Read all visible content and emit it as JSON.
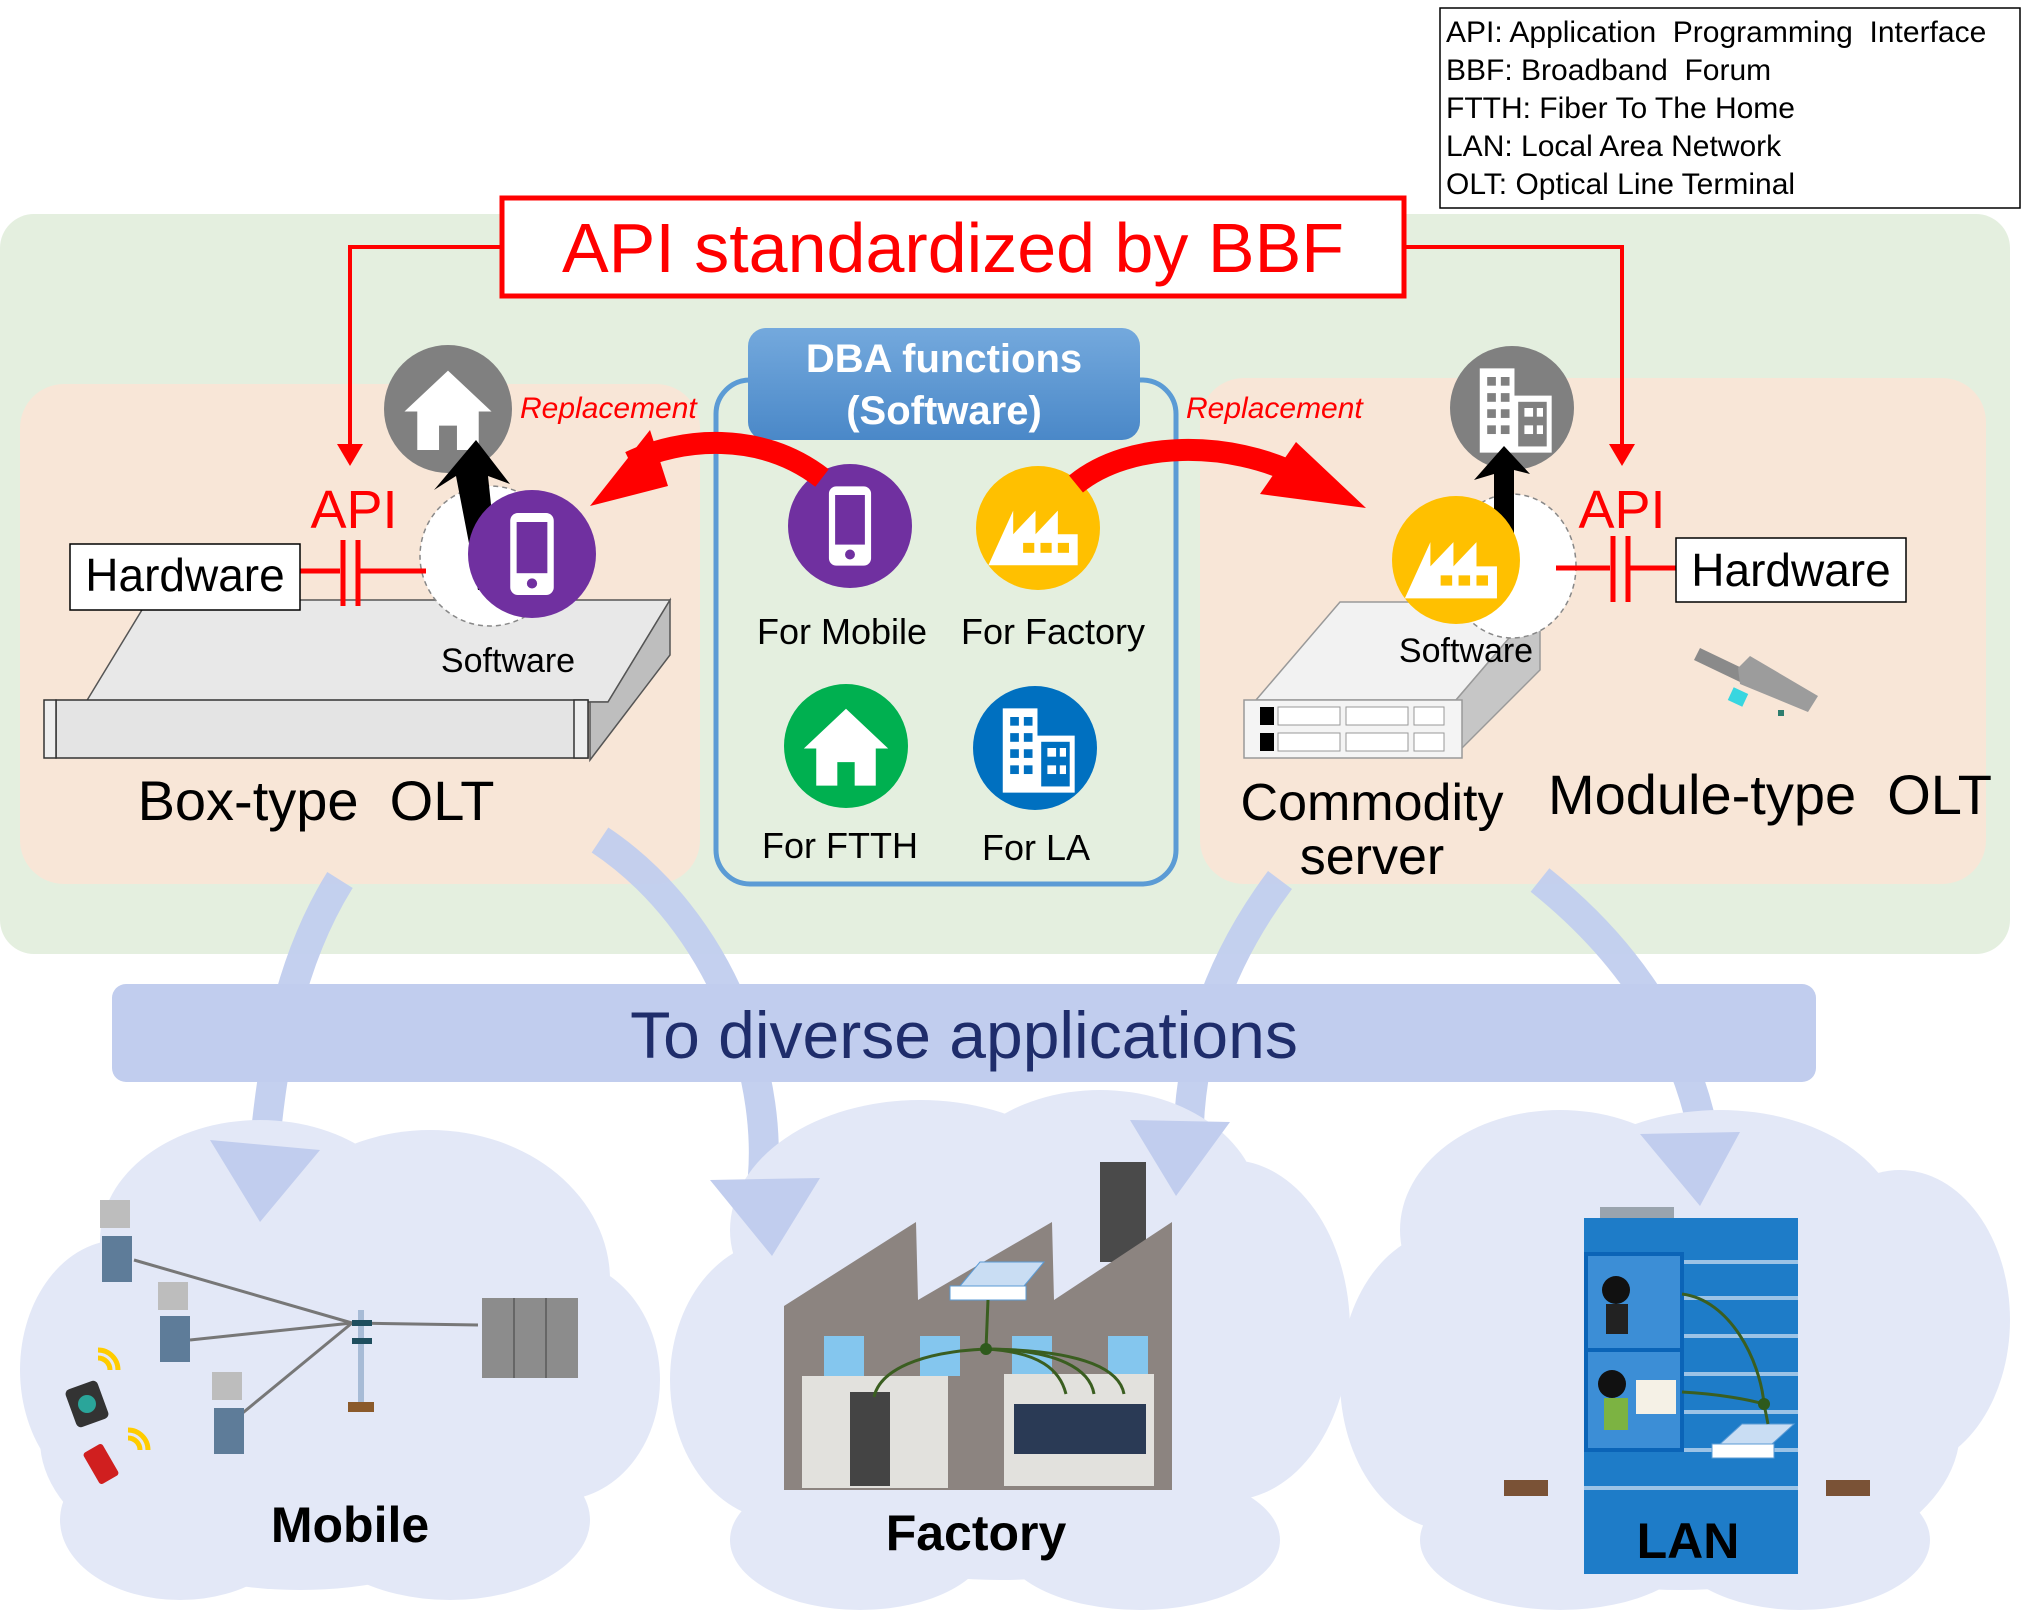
{
  "legend": {
    "items": [
      "API: Application  Programming  Interface",
      "BBF: Broadband  Forum",
      "FTTH: Fiber To The Home",
      "LAN: Local Area Network",
      "OLT: Optical Line Terminal"
    ]
  },
  "api_banner": "API standardized by BBF",
  "left_olt": {
    "api_label": "API",
    "hardware_label": "Hardware",
    "software_label": "Software",
    "replacement_label": "Replacement",
    "title": "Box-type  OLT",
    "replaced_icon": "home-icon",
    "active_icon": "smartphone-icon"
  },
  "right_olt": {
    "api_label": "API",
    "hardware_label": "Hardware",
    "software_label": "Software",
    "replacement_label": "Replacement",
    "server_title_line1": "Commodity",
    "server_title_line2": "server",
    "title": "Module-type  OLT",
    "replaced_icon": "building-icon",
    "active_icon": "factory-icon"
  },
  "dba": {
    "title_line1": "DBA functions",
    "title_line2": "(Software)",
    "functions": [
      {
        "label": "For Mobile",
        "icon": "smartphone-icon",
        "color": "#7030A0"
      },
      {
        "label": "For Factory",
        "icon": "factory-icon",
        "color": "#FFC000"
      },
      {
        "label": "For FTTH",
        "icon": "home-icon",
        "color": "#00B050"
      },
      {
        "label": "For LA",
        "icon": "building-icon",
        "color": "#0070C0"
      }
    ]
  },
  "applications_banner": "To diverse applications",
  "applications": [
    {
      "label": "Mobile"
    },
    {
      "label": "Factory"
    },
    {
      "label": "LAN"
    }
  ],
  "colors": {
    "green_bg": "#E4EFDF",
    "orange_bg": "#F8E6D7",
    "red": "#FF0000",
    "dba_blue": "#5B9BD5",
    "app_blue": "#C1CDEE",
    "cloud": "#E3E8F7",
    "banner_text": "#1F2D6B",
    "grey_icon": "#808080"
  }
}
